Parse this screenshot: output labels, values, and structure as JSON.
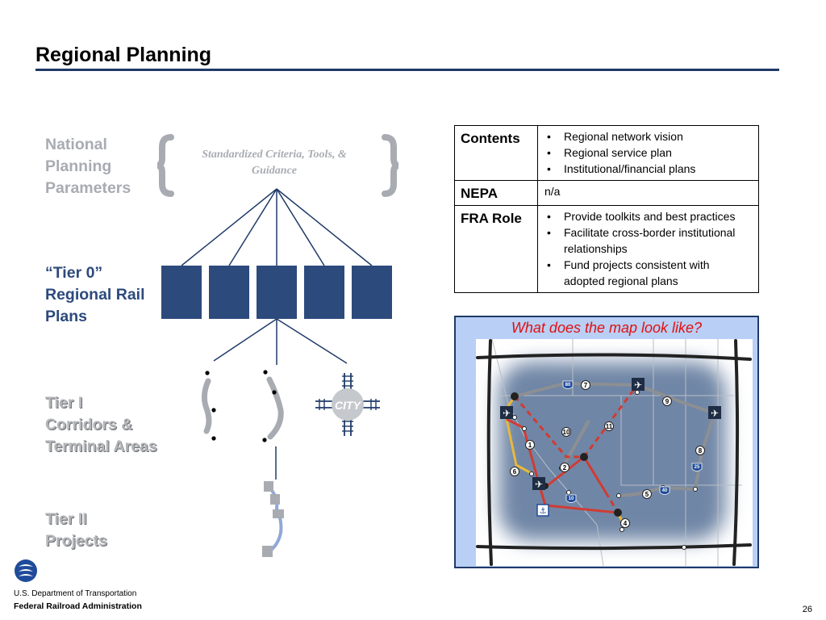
{
  "title": "Regional Planning",
  "tiers": {
    "national": "National Planning Parameters",
    "tier0": "“Tier 0” Regional Rail Plans",
    "tier1": "Tier I Corridors & Terminal Areas",
    "tier2": "Tier II Projects"
  },
  "criteria": "Standardized Criteria, Tools, & Guidance",
  "city_label": "CITY",
  "table": {
    "rows": [
      {
        "head": "Contents",
        "items": [
          "Regional network vision",
          "Regional service plan",
          "Institutional/financial plans"
        ]
      },
      {
        "head": "NEPA",
        "text": "n/a"
      },
      {
        "head": "FRA Role",
        "items": [
          "Provide toolkits and best practices",
          "Facilitate cross-border institutional relationships",
          "Fund projects consistent with adopted regional plans"
        ]
      }
    ]
  },
  "map": {
    "question": "What does the map look like?",
    "route_numbers": [
      "1",
      "2",
      "4",
      "5",
      "6",
      "7",
      "8",
      "9",
      "10",
      "11"
    ],
    "interstates": [
      "80",
      "25",
      "40",
      "10"
    ]
  },
  "footer": {
    "dot": "U.S. Department of Transportation",
    "fra": "Federal Railroad Administration",
    "page": "26"
  },
  "colors": {
    "navy": "#2d4a7c",
    "rule": "#1f3a68",
    "gray_text": "#a8acb2",
    "question_red": "#e01010",
    "map_bg": "#b9cff5"
  }
}
